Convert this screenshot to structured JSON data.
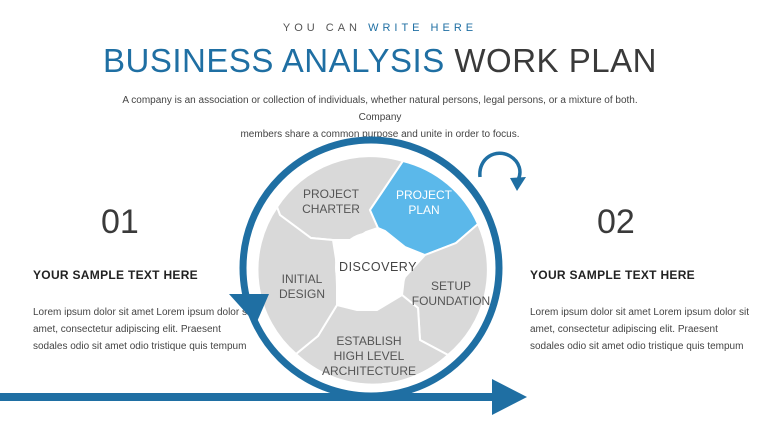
{
  "header": {
    "tagline_prefix": "YOU CAN ",
    "tagline_accent": "WRITE HERE",
    "title_accent": "BUSINESS ANALYSIS",
    "title_rest": "WORK PLAN",
    "description_line1": "A company is an association or collection of individuals, whether natural persons, legal persons, or a mixture of both. Company",
    "description_line2": "members share a common purpose and unite in order to focus."
  },
  "colors": {
    "accent": "#1f6fa3",
    "highlight": "#5bb8ea",
    "segment": "#d9d9d9"
  },
  "left_panel": {
    "number": "01",
    "heading": "YOUR  SAMPLE TEXT HERE",
    "body": "Lorem ipsum dolor sit amet Lorem ipsum dolor sit amet, consectetur adipiscing elit. Praesent sodales odio sit amet odio tristique quis tempum"
  },
  "right_panel": {
    "number": "02",
    "heading": "YOUR  SAMPLE TEXT HERE",
    "body": "Lorem ipsum dolor sit amet Lorem ipsum dolor sit amet, consectetur adipiscing elit. Praesent sodales odio sit amet odio tristique quis tempum"
  },
  "cycle": {
    "center": "DISCOVERY",
    "segments": [
      {
        "line1": "PROJECT",
        "line2": "CHARTER",
        "line3": ""
      },
      {
        "line1": "PROJECT",
        "line2": "PLAN",
        "line3": ""
      },
      {
        "line1": "SETUP",
        "line2": "FOUNDATION",
        "line3": ""
      },
      {
        "line1": "ESTABLISH",
        "line2": "HIGH LEVEL",
        "line3": "ARCHITECTURE"
      },
      {
        "line1": "INITIAL",
        "line2": "DESIGN",
        "line3": ""
      }
    ]
  }
}
